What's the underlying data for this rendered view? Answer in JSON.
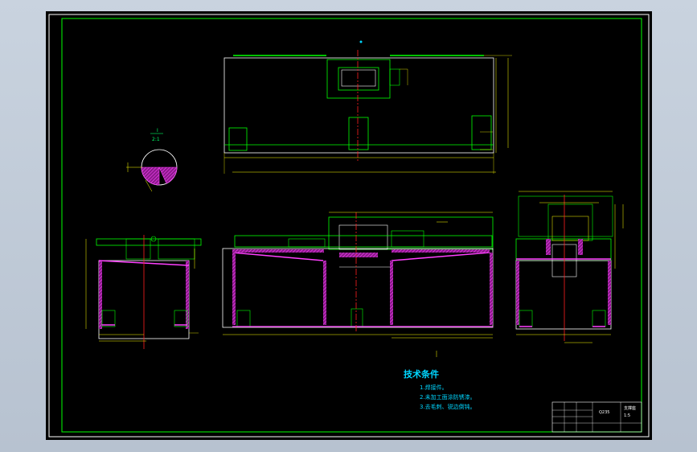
{
  "drawing": {
    "tech_requirements": {
      "title": "技术条件",
      "items": [
        "1.焊接件。",
        "2.未加工面涂防锈漆。",
        "3.去毛刺、锐边倒钝。"
      ]
    },
    "detail": {
      "label": "I",
      "scale": "2:1"
    },
    "title_block": {
      "drawing_name": "支撑座",
      "material": "Q235",
      "sheet": "1:5"
    },
    "colors": {
      "frame": "#00ff00",
      "dimension": "#ffff00",
      "centerline": "#ff2020",
      "section_fill": "#d020d0",
      "text": "#00d6ff"
    }
  }
}
